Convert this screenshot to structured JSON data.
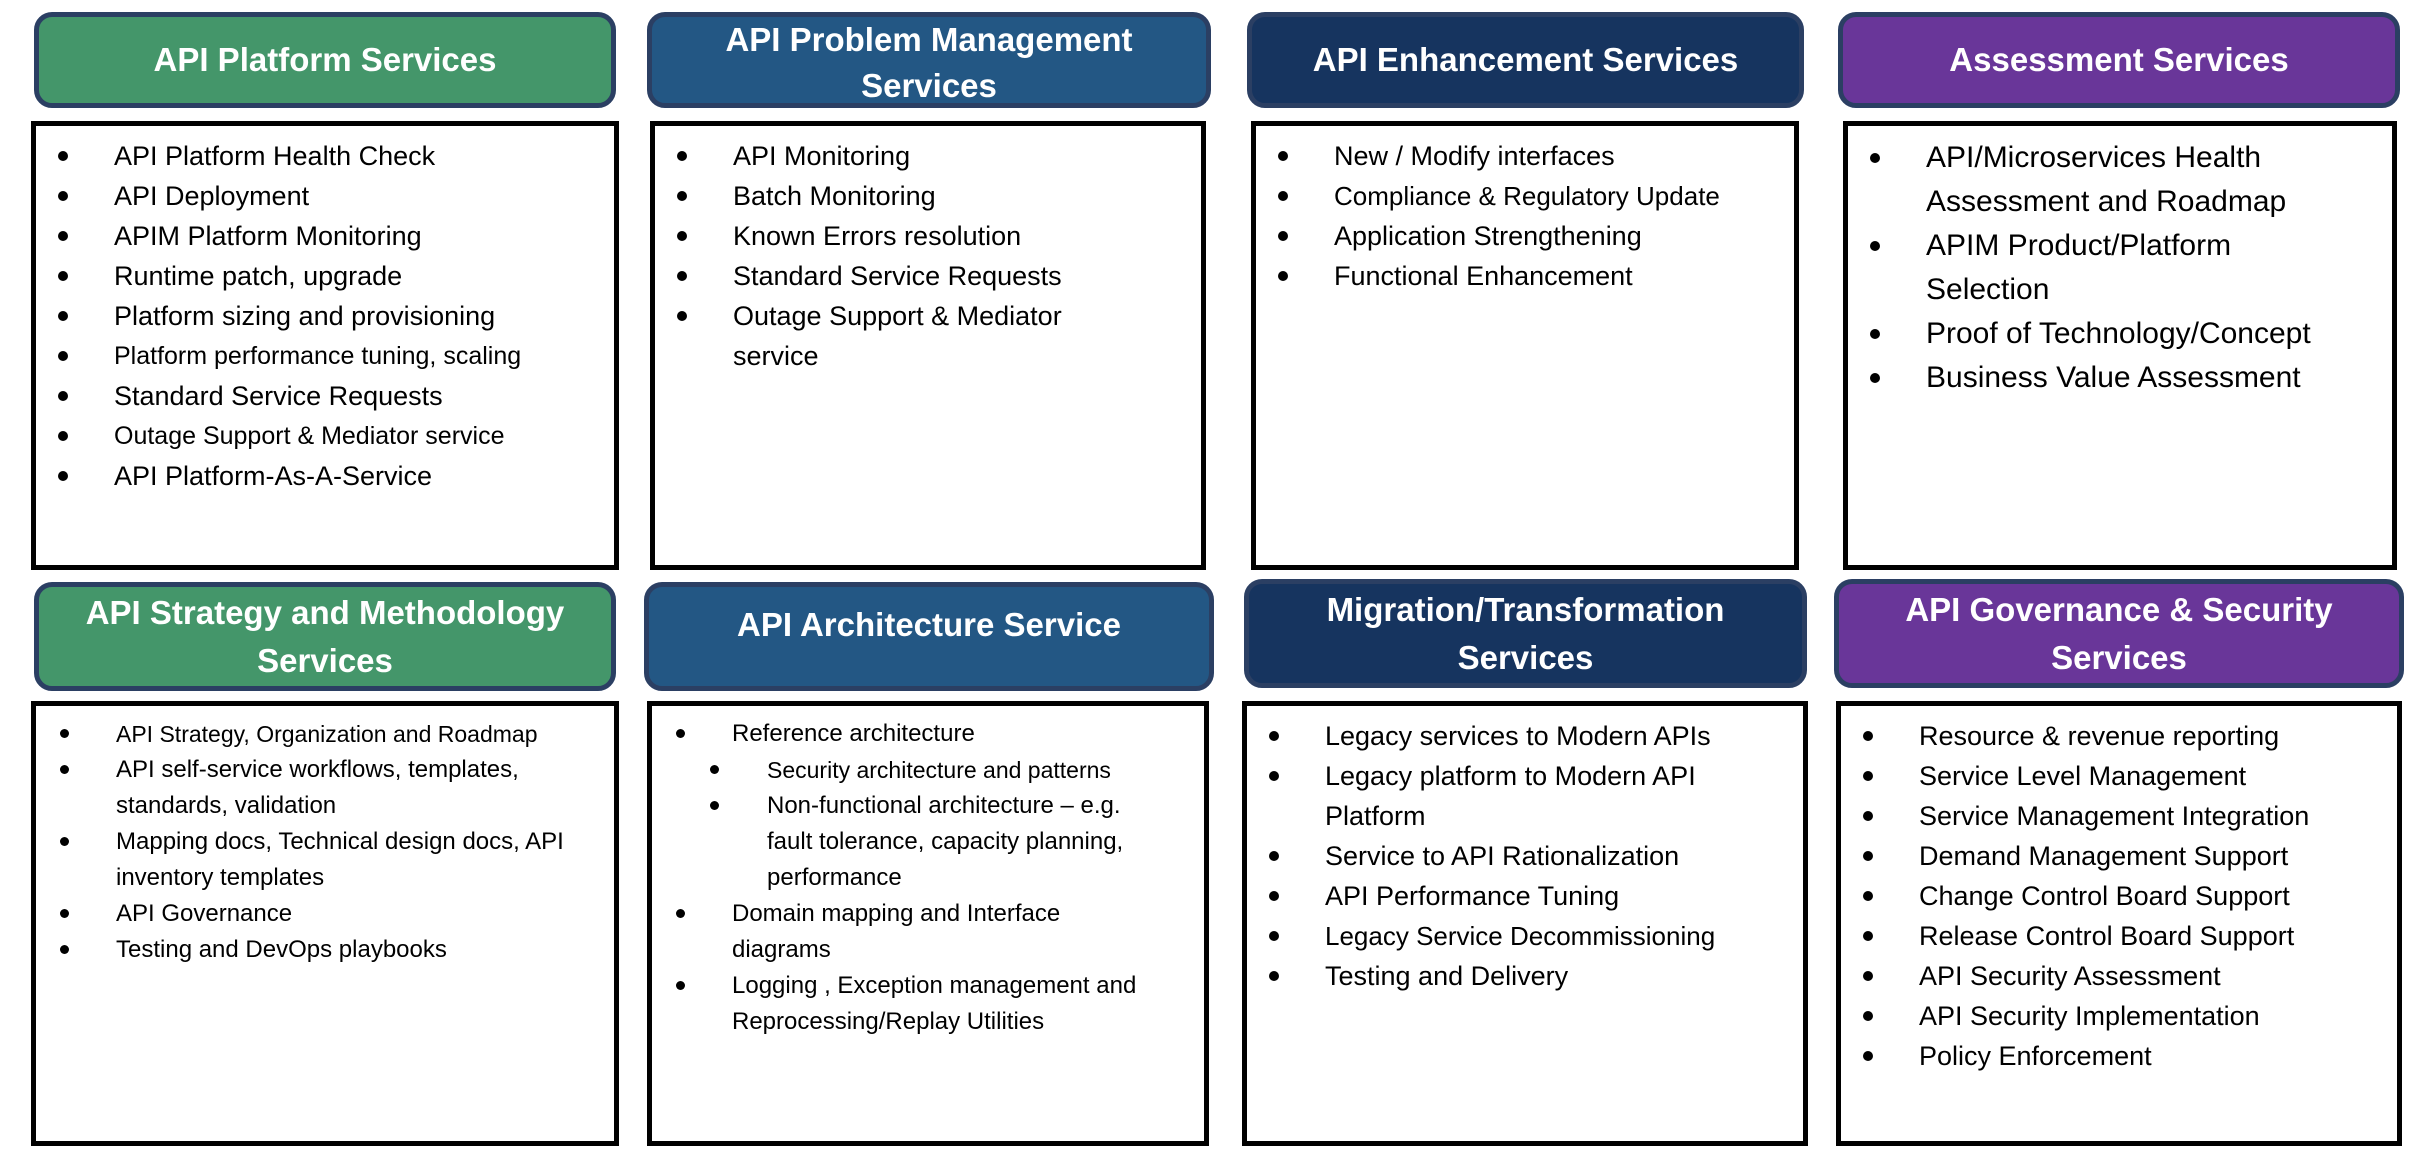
{
  "cards": [
    {
      "title": "API Platform Services",
      "items": [
        "API Platform Health Check",
        "API Deployment",
        "APIM Platform Monitoring",
        "Runtime patch, upgrade",
        "Platform sizing and provisioning",
        "Platform performance tuning, scaling",
        "Standard Service Requests",
        "Outage Support & Mediator service",
        "API Platform-As-A-Service"
      ]
    },
    {
      "title": "API Problem Management Services",
      "items": [
        "API Monitoring",
        "Batch Monitoring",
        "Known Errors resolution",
        "Standard Service Requests",
        "Outage Support & Mediator service"
      ]
    },
    {
      "title": "API Enhancement Services",
      "items": [
        "New / Modify interfaces",
        "Compliance & Regulatory Update",
        "Application Strengthening",
        "Functional Enhancement"
      ]
    },
    {
      "title": "Assessment Services",
      "items": [
        "API/Microservices Health Assessment and Roadmap",
        "APIM Product/Platform Selection",
        "Proof of Technology/Concept",
        "Business Value Assessment"
      ]
    },
    {
      "title": "API Strategy and Methodology Services",
      "items": [
        "API Strategy, Organization and Roadmap",
        "API self-service workflows, templates, standards, validation",
        "Mapping docs, Technical design docs, API inventory templates",
        "API Governance",
        "Testing and DevOps playbooks"
      ]
    },
    {
      "title": "API Architecture Service",
      "items": [
        "Reference architecture",
        "Security architecture and patterns",
        "Non-functional architecture – e.g. fault tolerance, capacity planning, performance",
        "Domain mapping and Interface diagrams",
        "Logging , Exception management  and Reprocessing/Replay Utilities"
      ]
    },
    {
      "title": "Migration/Transformation Services",
      "items": [
        "Legacy services to Modern APIs",
        "Legacy platform to  Modern API Platform",
        "Service to API Rationalization",
        "API Performance Tuning",
        "Legacy Service Decommissioning",
        "Testing and Delivery"
      ]
    },
    {
      "title": "API Governance & Security Services",
      "items": [
        "Resource & revenue reporting",
        "Service Level Management",
        "Service Management Integration",
        "Demand Management Support",
        "Change Control Board Support",
        "Release Control Board Support",
        "API Security Assessment",
        "API Security Implementation",
        "Policy Enforcement"
      ]
    }
  ],
  "colors": {
    "green": "#44966a",
    "blue": "#235784",
    "navy": "#16345f",
    "purple": "#693699"
  }
}
